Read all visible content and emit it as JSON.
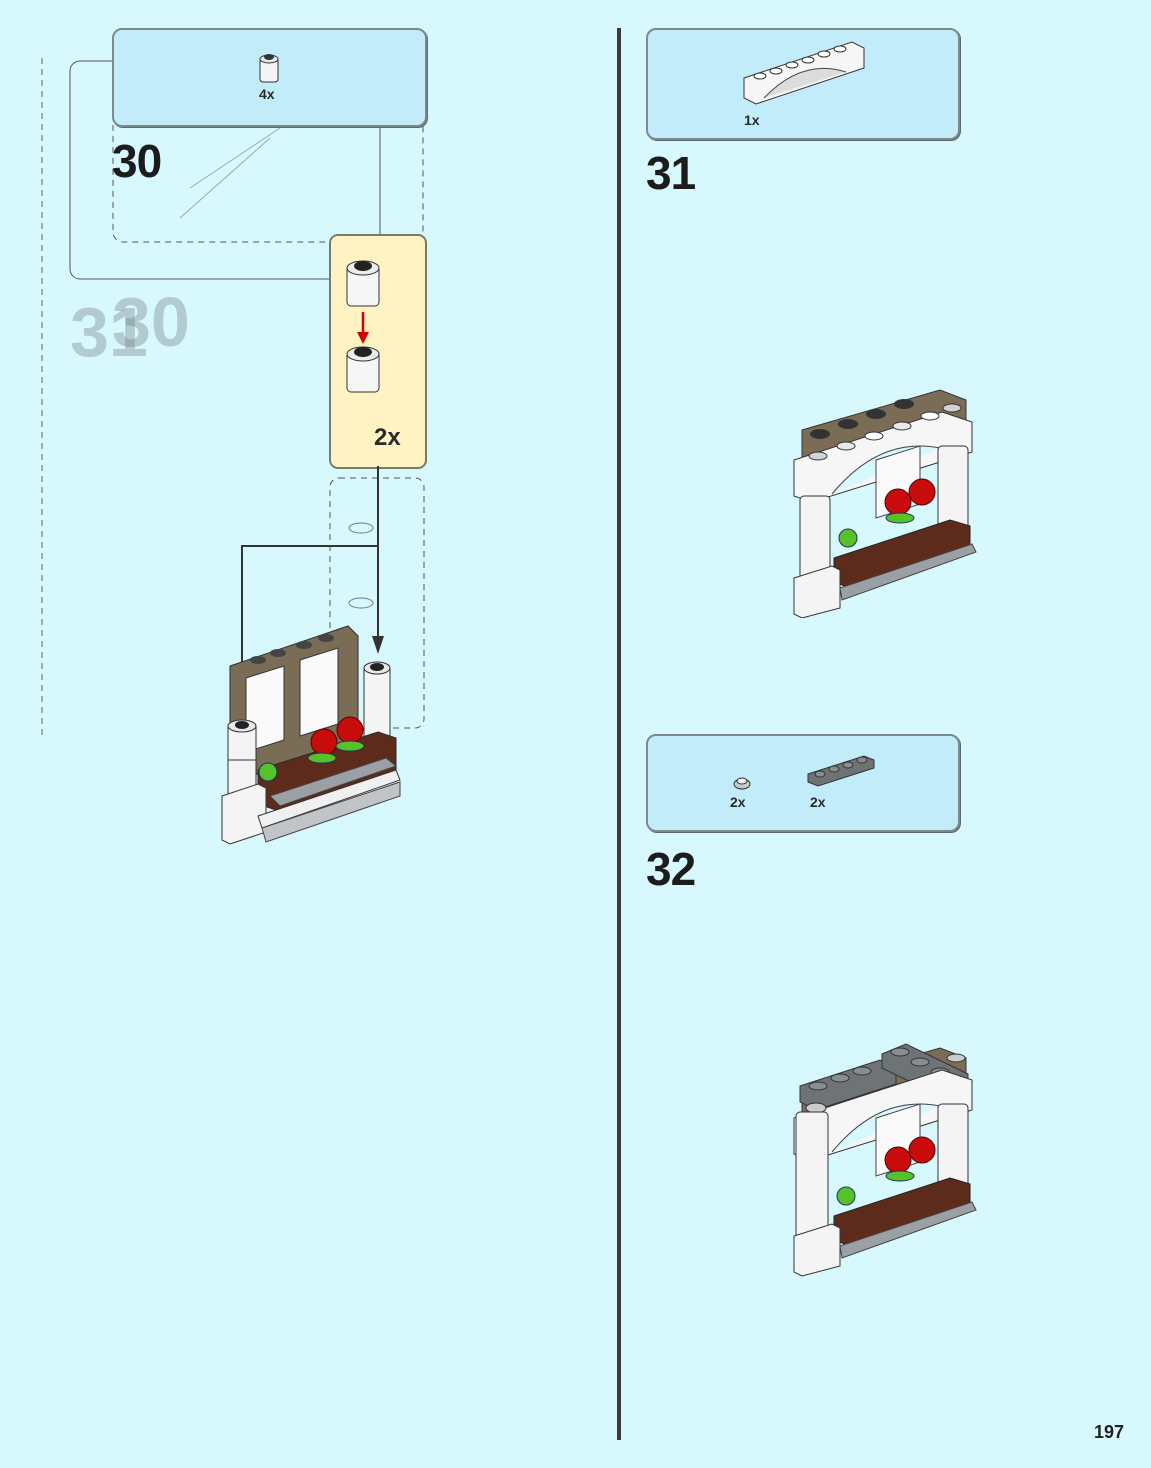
{
  "page": {
    "number": "197",
    "background": "#d7f8fd"
  },
  "left_column": {
    "step": "30",
    "parts": [
      {
        "qty": "4x",
        "icon": "round-brick-1x1-white-icon"
      }
    ],
    "subassembly": {
      "qty": "2x",
      "icon": "round-brick-stack-icon",
      "background": "#fff3c4"
    }
  },
  "right_column": {
    "steps": [
      {
        "number": "31",
        "parts": [
          {
            "qty": "1x",
            "icon": "arch-1x6-white-icon"
          }
        ]
      },
      {
        "number": "32",
        "parts": [
          {
            "qty": "2x",
            "icon": "round-plate-1x1-grey-icon"
          },
          {
            "qty": "2x",
            "icon": "plate-1x4-dark-grey-icon"
          }
        ]
      }
    ]
  },
  "colors": {
    "parts_box": "#c2ecfa",
    "arrow_red": "#d40000",
    "white_brick": "#f4f4f4",
    "tan_frame": "#7b6d55",
    "flower_red": "#c80c0c",
    "leaf_green": "#55c22a",
    "dark_grey": "#54595c"
  }
}
